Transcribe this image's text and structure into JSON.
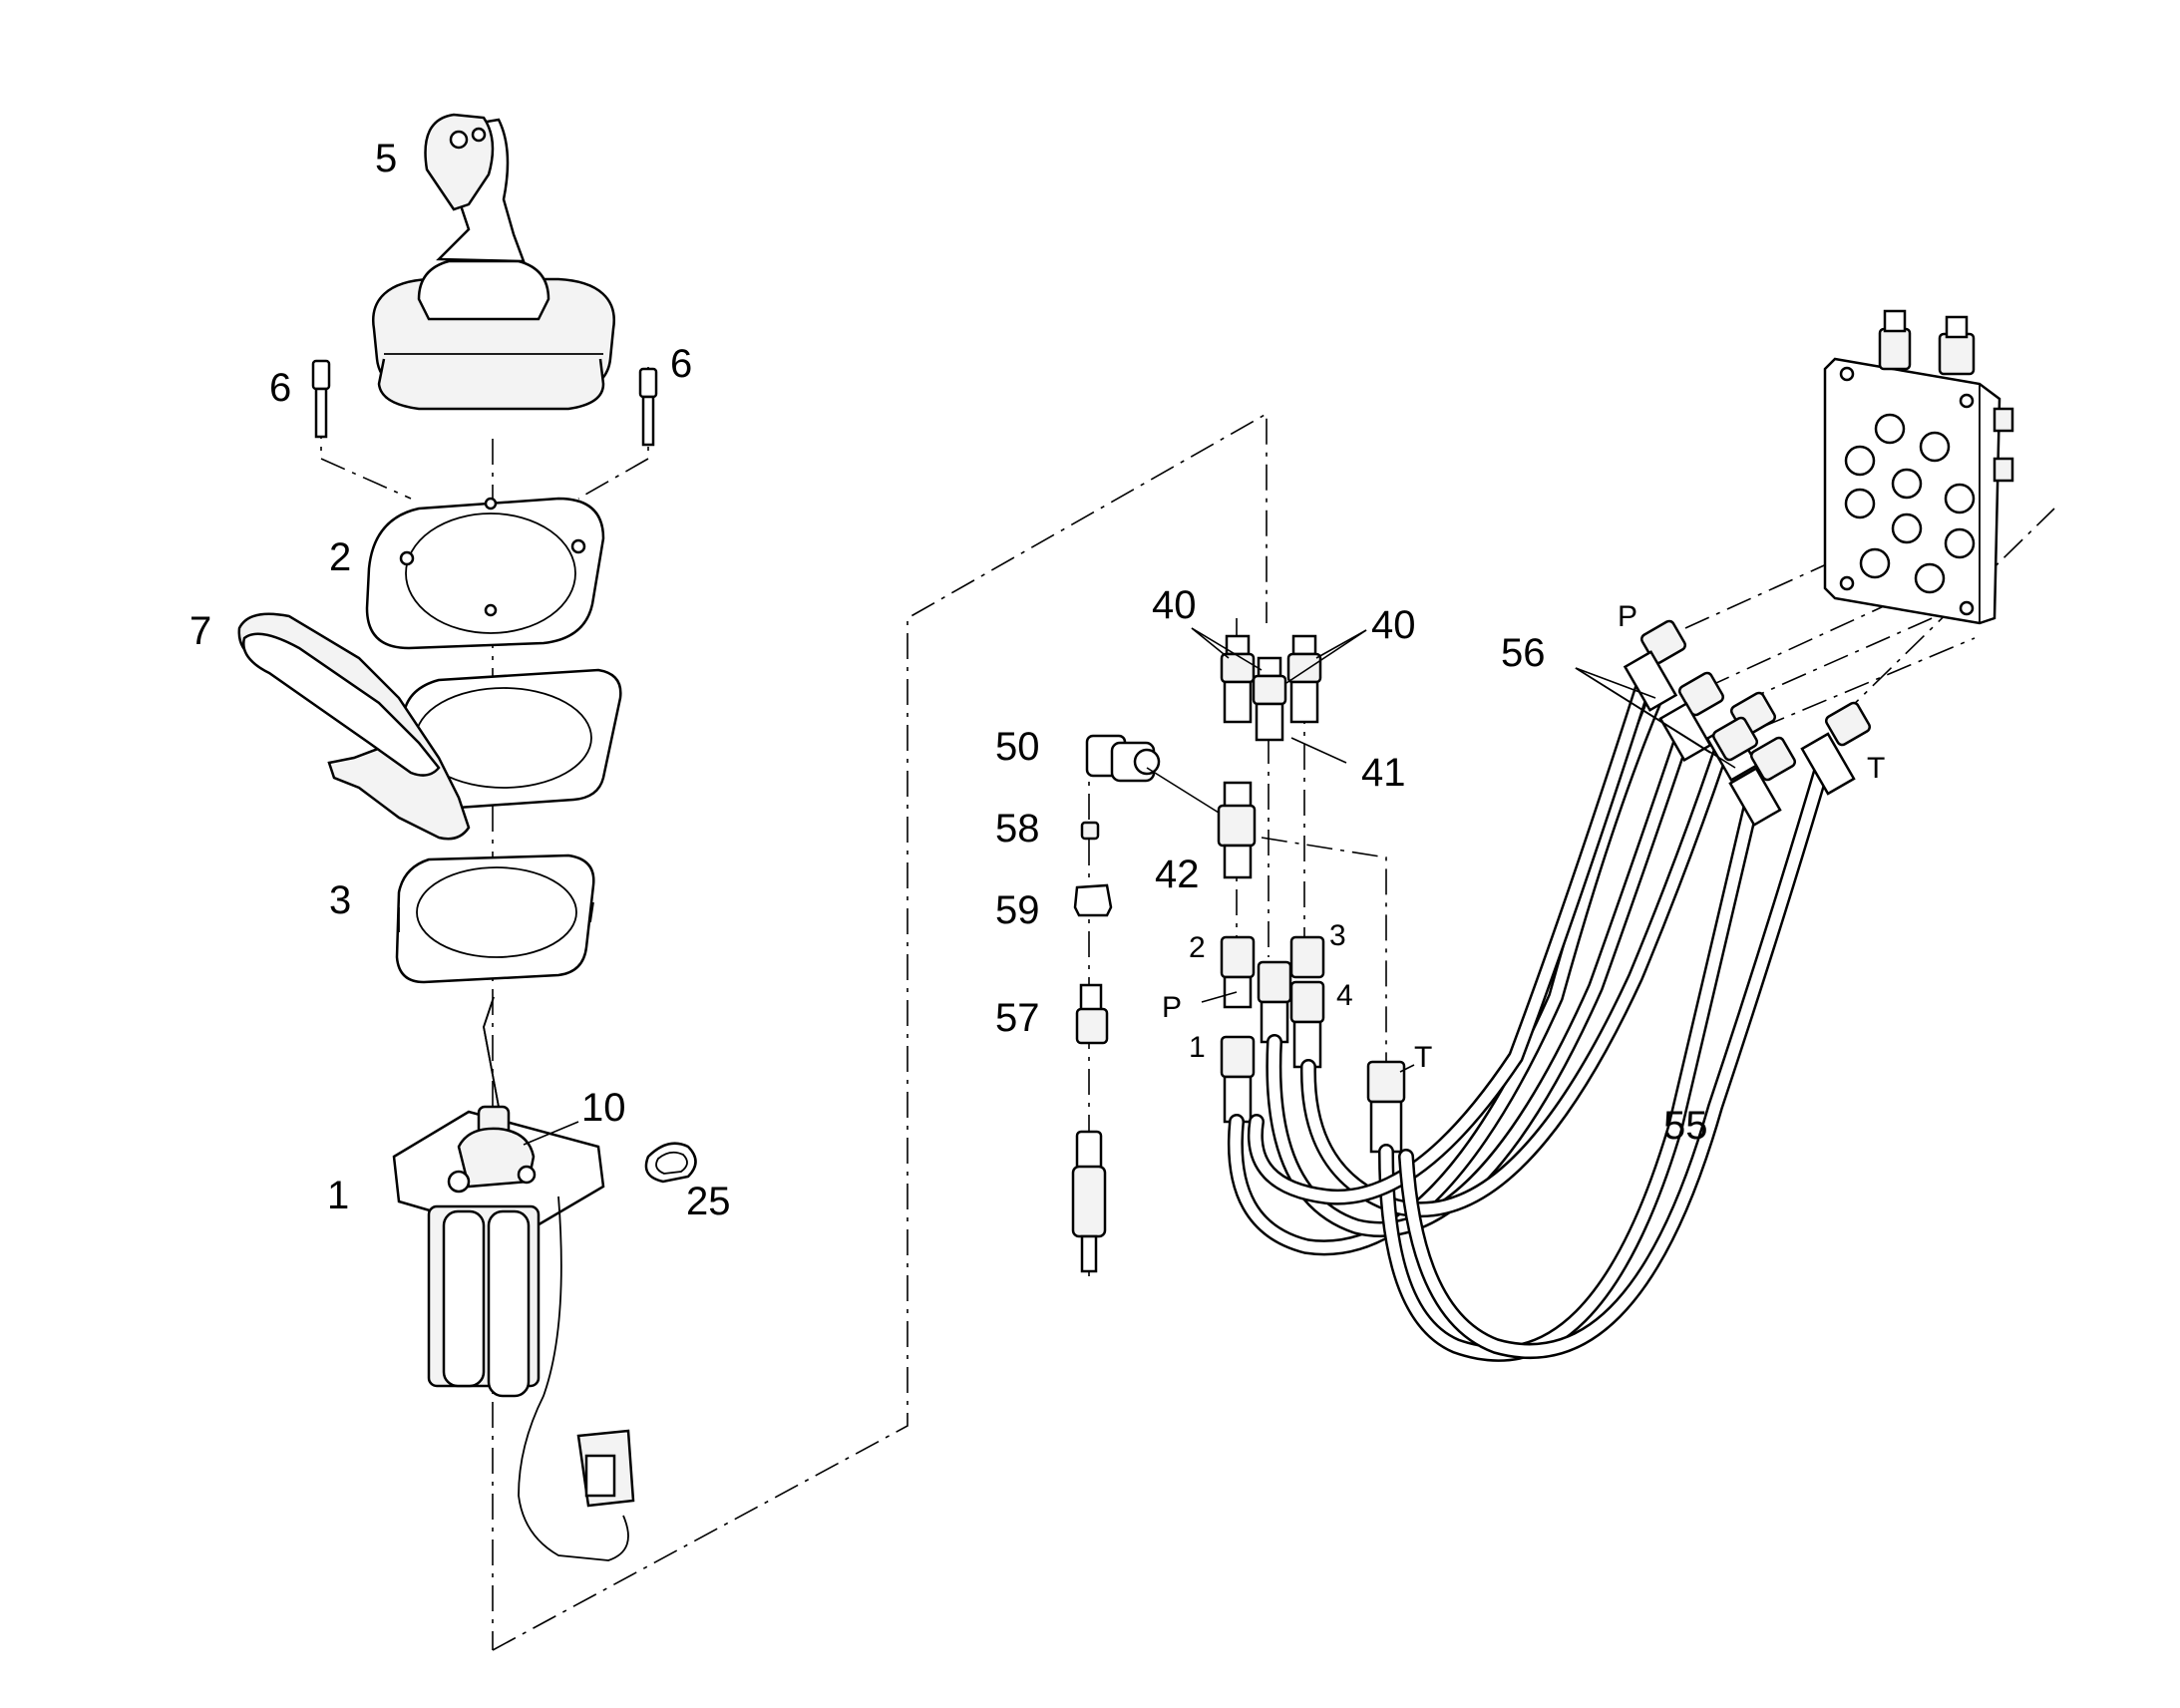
{
  "diagram": {
    "callouts": [
      {
        "id": "c5",
        "text": "5"
      },
      {
        "id": "c6a",
        "text": "6"
      },
      {
        "id": "c6b",
        "text": "6"
      },
      {
        "id": "c2",
        "text": "2"
      },
      {
        "id": "c7",
        "text": "7"
      },
      {
        "id": "c3",
        "text": "3"
      },
      {
        "id": "c10",
        "text": "10"
      },
      {
        "id": "c1",
        "text": "1"
      },
      {
        "id": "c25",
        "text": "25"
      },
      {
        "id": "c40a",
        "text": "40"
      },
      {
        "id": "c40b",
        "text": "40"
      },
      {
        "id": "c41",
        "text": "41"
      },
      {
        "id": "c42",
        "text": "42"
      },
      {
        "id": "c50",
        "text": "50"
      },
      {
        "id": "c58",
        "text": "58"
      },
      {
        "id": "c59",
        "text": "59"
      },
      {
        "id": "c57",
        "text": "57"
      },
      {
        "id": "c56",
        "text": "56"
      },
      {
        "id": "c55",
        "text": "55"
      }
    ],
    "port_labels": [
      {
        "id": "p2",
        "text": "2"
      },
      {
        "id": "p3",
        "text": "3"
      },
      {
        "id": "pP",
        "text": "P"
      },
      {
        "id": "p4",
        "text": "4"
      },
      {
        "id": "p1",
        "text": "1"
      },
      {
        "id": "pT1",
        "text": "T"
      },
      {
        "id": "pP2",
        "text": "P"
      },
      {
        "id": "pT2",
        "text": "T"
      }
    ]
  }
}
